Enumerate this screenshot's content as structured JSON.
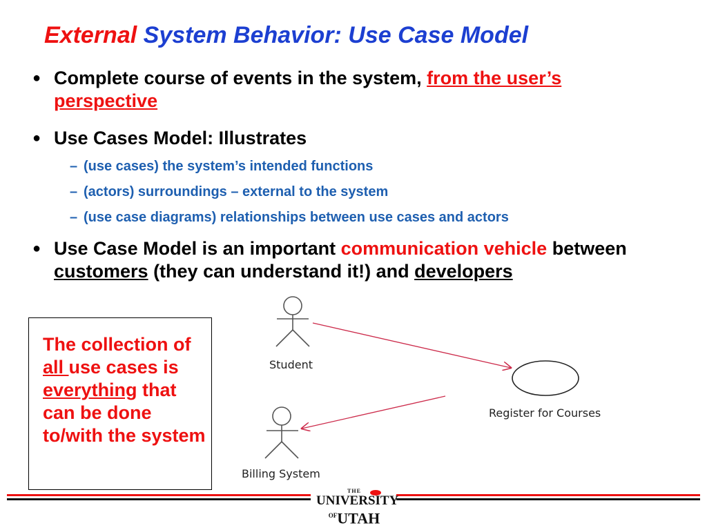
{
  "title": {
    "part1": "External",
    "part2": "System Behavior:  Use Case Model"
  },
  "bullets": [
    {
      "lead": "Complete course of events in the system, ",
      "red": "from the user’s perspective"
    },
    {
      "lead": "Use Cases Model:  Illustrates"
    },
    {
      "t1": "Use Case Model is an important ",
      "red": "communication vehicle",
      "t2": " between ",
      "u1": "customers",
      "t3": " (they can understand it!) and ",
      "u2": "developers"
    }
  ],
  "subpoints": [
    "(use cases) the system’s intended functions",
    "(actors) surroundings – external to the system",
    "(use case diagrams) relationships between use cases and actors"
  ],
  "callout": {
    "t1": "The collection of ",
    "u1": "all ",
    "t2": "use cases is ",
    "u2": "everything",
    "t3": " that can be done to/with the system"
  },
  "diagram": {
    "actors": [
      "Student",
      "Billing System"
    ],
    "use_case": "Register for Courses"
  },
  "footer": {
    "logo_the": "THE",
    "logo_university": "UNIVERSITY",
    "logo_of": "OF",
    "logo_utah": "UTAH"
  },
  "colors": {
    "title_red": "#ee1111",
    "title_blue": "#1c3fd1",
    "subpoint_blue": "#1e5fb0",
    "accent_red": "#ee1111"
  }
}
